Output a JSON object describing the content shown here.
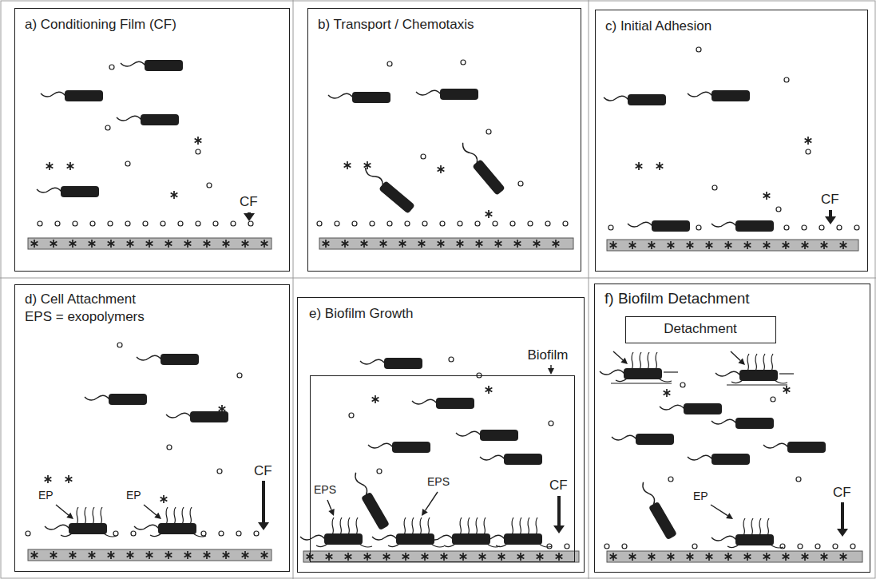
{
  "diagram": {
    "nodes": [
      {
        "text": [
          "a) Conditioning Film (CF)"
        ]
      },
      {
        "text": [
          "b) Transport / Chemotaxis"
        ]
      },
      {
        "text": [
          "c) Initial Adhesion"
        ]
      },
      {
        "text": [
          "d) Cell Attachment",
          "EPS = exopolymers"
        ]
      },
      {
        "text": [
          "e) Biofilm Growth"
        ]
      },
      {
        "text": [
          "Biofilm"
        ],
        "in": 4
      },
      {
        "text": [
          "f) Biofilm Detachment"
        ]
      },
      {
        "text": [
          "Detachment"
        ],
        "in": 6
      }
    ],
    "labels": [
      "CF",
      "CF",
      "EP",
      "EP",
      "CF",
      "EPS",
      "EPS",
      "CF",
      "EP",
      "CF"
    ]
  }
}
